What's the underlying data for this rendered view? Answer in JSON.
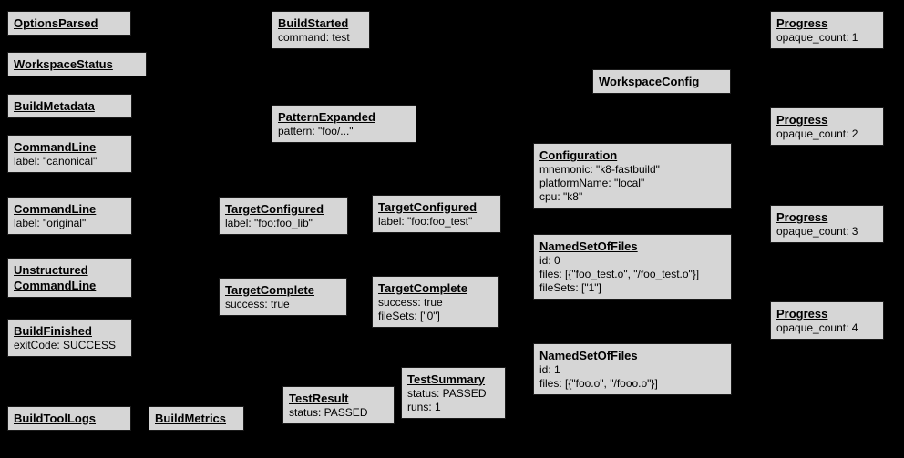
{
  "diagram": {
    "name": "Build Event Protocol event graph",
    "background_color": "#000000",
    "node_fill_color": "#d6d6d6",
    "node_text_color": "#000000"
  },
  "nodes": [
    {
      "title": "OptionsParsed",
      "lines": []
    },
    {
      "title": "WorkspaceStatus",
      "lines": []
    },
    {
      "title": "BuildMetadata",
      "lines": []
    },
    {
      "title": "CommandLine",
      "lines": [
        "label: \"canonical\""
      ]
    },
    {
      "title": "CommandLine",
      "lines": [
        "label: \"original\""
      ]
    },
    {
      "title": "Unstructured",
      "title2": "CommandLine",
      "lines": []
    },
    {
      "title": "BuildFinished",
      "lines": [
        "exitCode: SUCCESS"
      ]
    },
    {
      "title": "BuildToolLogs",
      "lines": []
    },
    {
      "title": "BuildMetrics",
      "lines": []
    },
    {
      "title": "BuildStarted",
      "lines": [
        "command: test"
      ]
    },
    {
      "title": "PatternExpanded",
      "lines": [
        "pattern: \"foo/...\""
      ]
    },
    {
      "title": "TargetConfigured",
      "lines": [
        "label: \"foo:foo_lib\""
      ]
    },
    {
      "title": "TargetComplete",
      "lines": [
        "success: true"
      ]
    },
    {
      "title": "TestResult",
      "lines": [
        "status: PASSED"
      ]
    },
    {
      "title": "TargetConfigured",
      "lines": [
        "label: \"foo:foo_test\""
      ]
    },
    {
      "title": "TargetComplete",
      "lines": [
        "success: true",
        "fileSets: [\"0\"]"
      ]
    },
    {
      "title": "TestSummary",
      "lines": [
        "status: PASSED",
        "runs: 1"
      ]
    },
    {
      "title": "WorkspaceConfig",
      "lines": []
    },
    {
      "title": "Configuration",
      "lines": [
        "mnemonic: \"k8-fastbuild\"",
        "platformName: \"local\"",
        "cpu: \"k8\""
      ]
    },
    {
      "title": "NamedSetOfFiles",
      "lines": [
        "id: 0",
        "files: [{\"foo_test.o\", \"/foo_test.o\"}]",
        "fileSets: [\"1\"]"
      ]
    },
    {
      "title": "NamedSetOfFiles",
      "lines": [
        "id: 1",
        "files: [{\"foo.o\", \"/fooo.o\"}]"
      ]
    },
    {
      "title": "Progress",
      "lines": [
        "opaque_count: 1"
      ]
    },
    {
      "title": "Progress",
      "lines": [
        "opaque_count: 2"
      ]
    },
    {
      "title": "Progress",
      "lines": [
        "opaque_count: 3"
      ]
    },
    {
      "title": "Progress",
      "lines": [
        "opaque_count: 4"
      ]
    }
  ]
}
